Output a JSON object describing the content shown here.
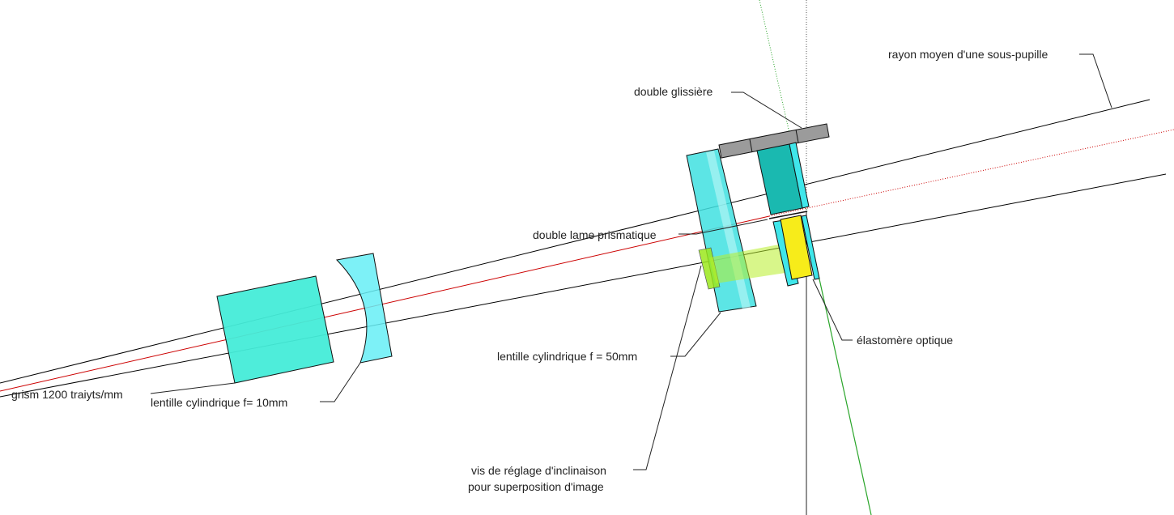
{
  "labels": {
    "rayon": "rayon moyen d'une sous-pupille",
    "glissiere": "double glissière",
    "lame": "double lame prismatique",
    "elastomere": "élastomère optique",
    "lentille50": "lentille cylindrique f = 50mm",
    "grism": "grism  1200 traiyts/mm",
    "lentille10": "lentille cylindrique f= 10mm",
    "vis_line1": "vis de réglage d'inclinaison",
    "vis_line2": "pour superposition d'image"
  },
  "colors": {
    "ray": "#000000",
    "center_ray": "#cc0000",
    "cyan_glass": "#44ddf0",
    "teal_glass": "#22d8c4",
    "elastomer": "#f7ec1a",
    "screw": "#9be81c",
    "slide": "#a8a8a8",
    "axis": "#2aa52a"
  }
}
